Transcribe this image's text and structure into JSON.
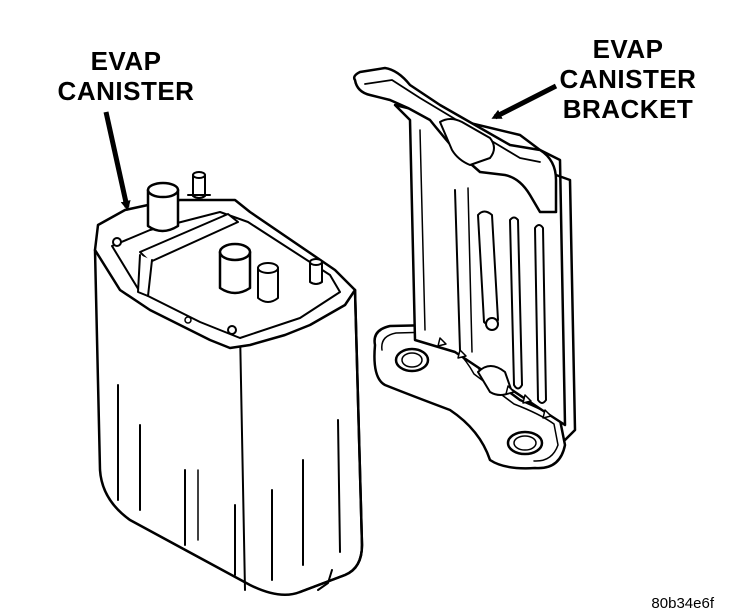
{
  "labels": {
    "canister": {
      "line1": "EVAP",
      "line2": "CANISTER"
    },
    "bracket": {
      "line1": "EVAP",
      "line2": "CANISTER",
      "line3": "BRACKET"
    }
  },
  "figure_id": "80b34e6f",
  "colors": {
    "ink": "#000000",
    "paper": "#ffffff"
  }
}
